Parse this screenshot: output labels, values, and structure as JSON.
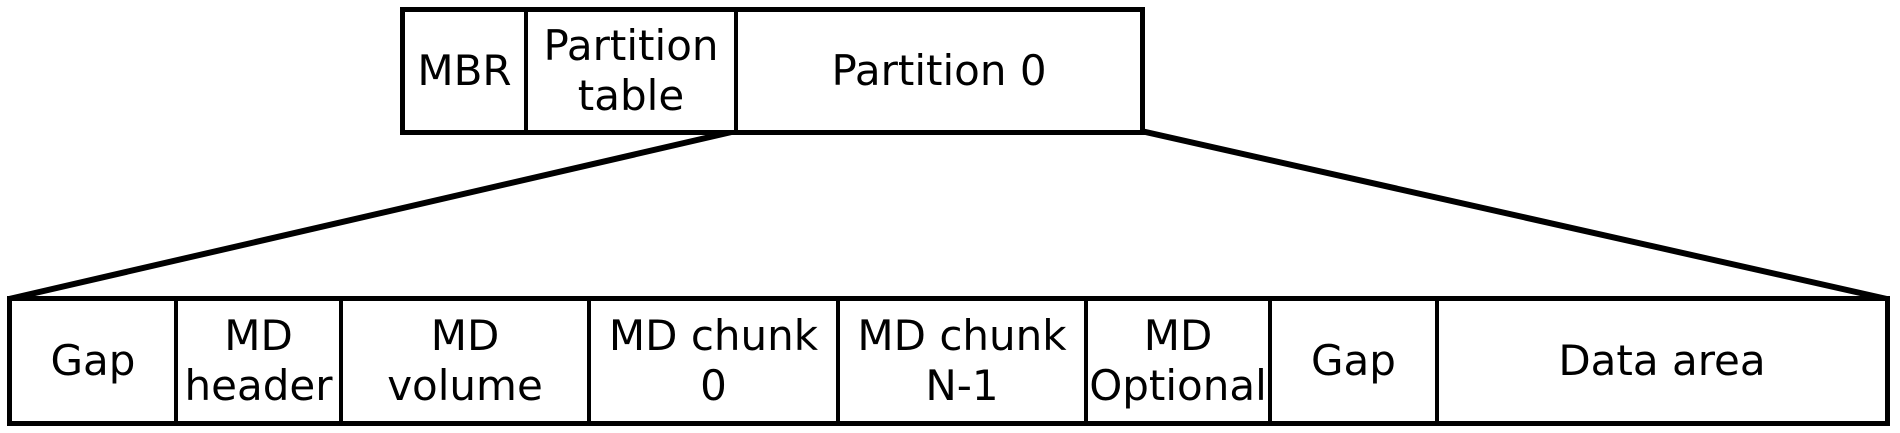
{
  "diagram": {
    "title_semantic": "disk-and-md-partition-layout",
    "colors": {
      "stroke": "#000000",
      "background": "#ffffff",
      "text": "#000000"
    },
    "top_row": {
      "cells": [
        {
          "label": "MBR"
        },
        {
          "label": "Partition\ntable"
        },
        {
          "label": "Partition 0"
        }
      ]
    },
    "bottom_row": {
      "cells": [
        {
          "label": "Gap"
        },
        {
          "label": "MD\nheader"
        },
        {
          "label": "MD\nvolume"
        },
        {
          "label": "MD chunk\n0"
        },
        {
          "label": "MD chunk\nN-1"
        },
        {
          "label": "MD\nOptional"
        },
        {
          "label": "Gap"
        },
        {
          "label": "Data area"
        }
      ]
    }
  }
}
